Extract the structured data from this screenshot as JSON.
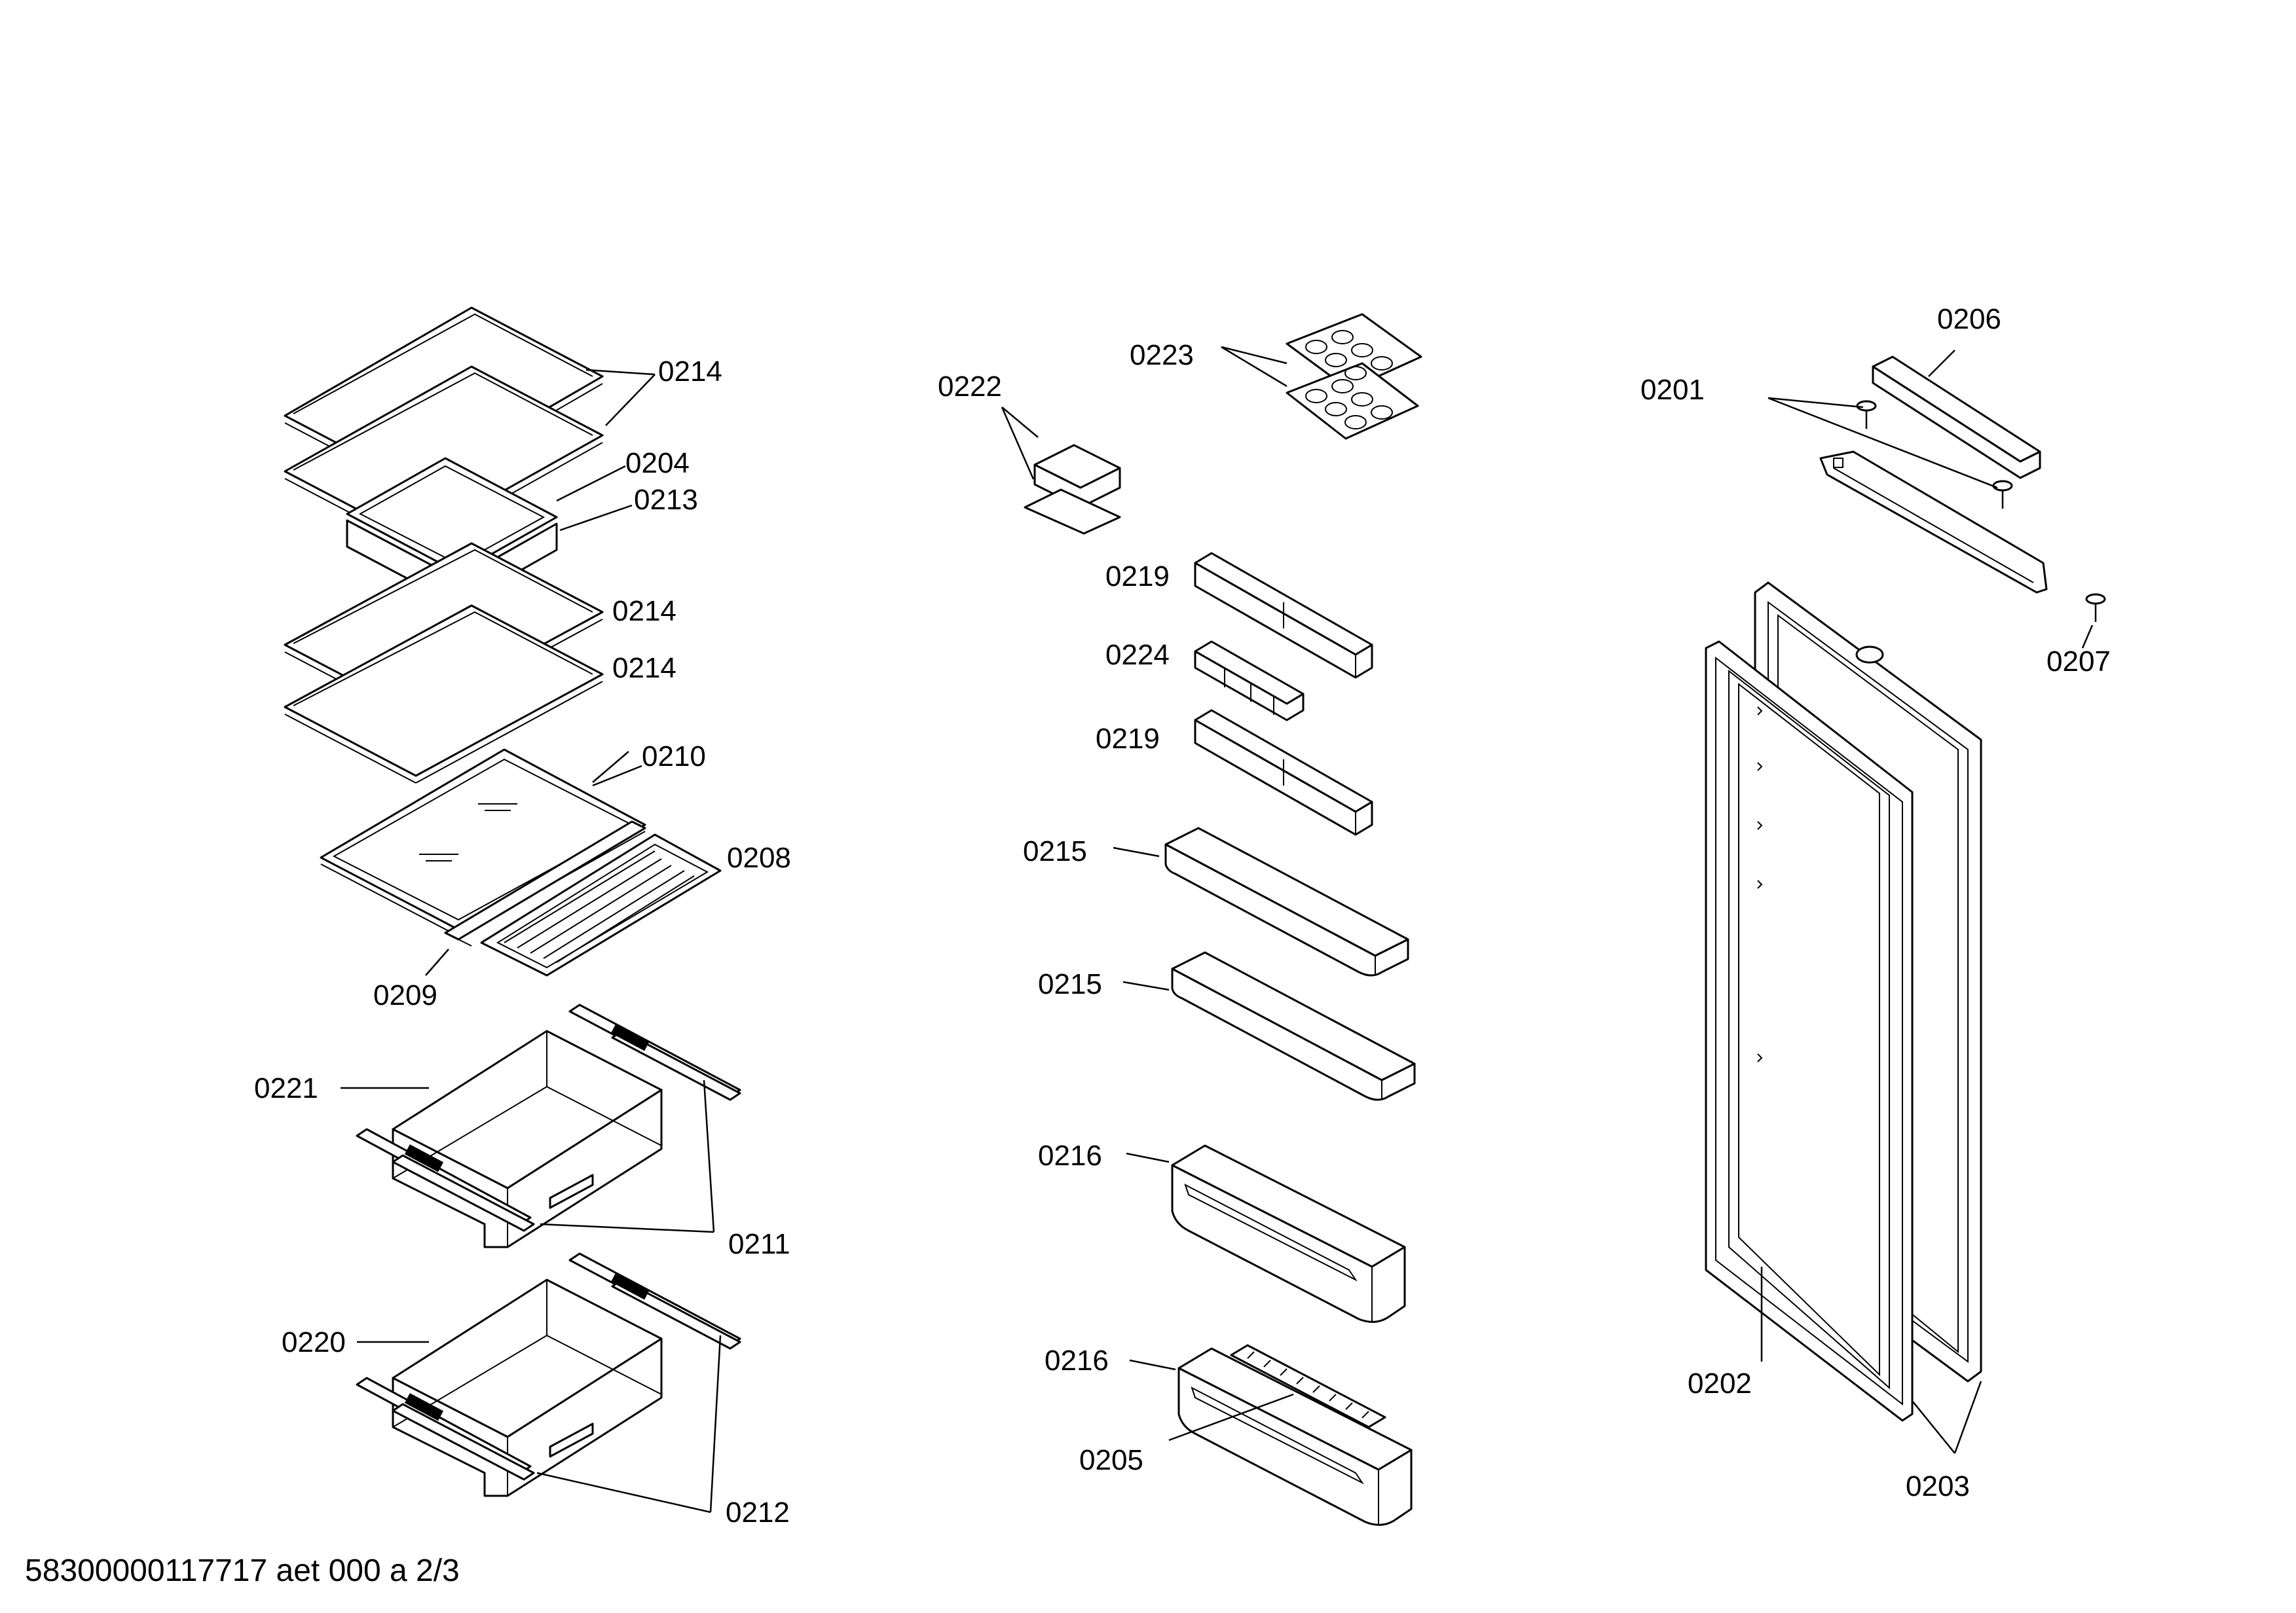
{
  "labels": {
    "l0214a": "0214",
    "l0204": "0204",
    "l0213": "0213",
    "l0214b": "0214",
    "l0214c": "0214",
    "l0210": "0210",
    "l0208": "0208",
    "l0209": "0209",
    "l0221": "0221",
    "l0211": "0211",
    "l0220": "0220",
    "l0212": "0212",
    "l0222": "0222",
    "l0223": "0223",
    "l0219a": "0219",
    "l0224": "0224",
    "l0219b": "0219",
    "l0215a": "0215",
    "l0215b": "0215",
    "l0216a": "0216",
    "l0216b": "0216",
    "l0205": "0205",
    "l0206": "0206",
    "l0201": "0201",
    "l0207": "0207",
    "l0202": "0202",
    "l0203": "0203"
  },
  "footer": "58300000117717 aet 000 a 2/3"
}
